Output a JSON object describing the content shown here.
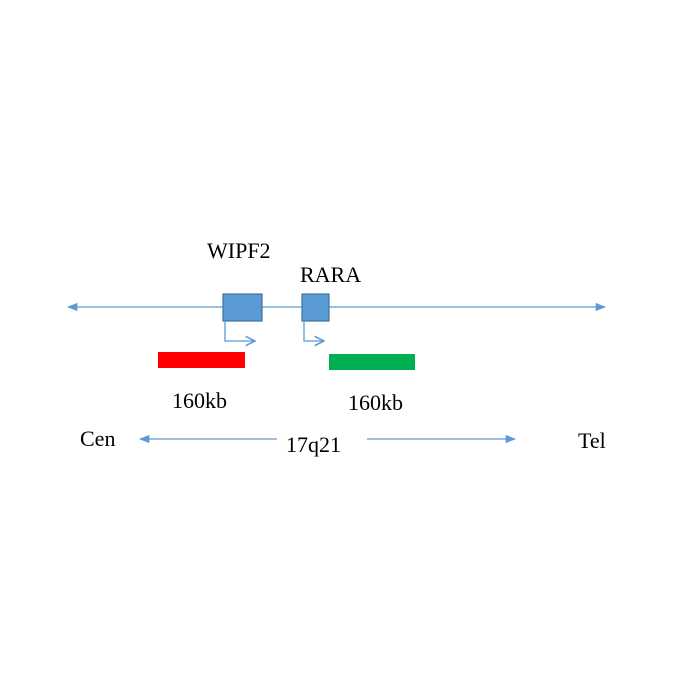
{
  "diagram": {
    "genes": [
      {
        "name": "WIPF2",
        "color": "#5b9bd5"
      },
      {
        "name": "RARA",
        "color": "#5b9bd5"
      }
    ],
    "probes": [
      {
        "size_label": "160kb",
        "color": "#ff0000"
      },
      {
        "size_label": "160kb",
        "color": "#00b050"
      }
    ],
    "orientation": {
      "left_label": "Cen",
      "center_label": "17q21",
      "right_label": "Tel"
    },
    "line_color": "#5b9bd5"
  }
}
